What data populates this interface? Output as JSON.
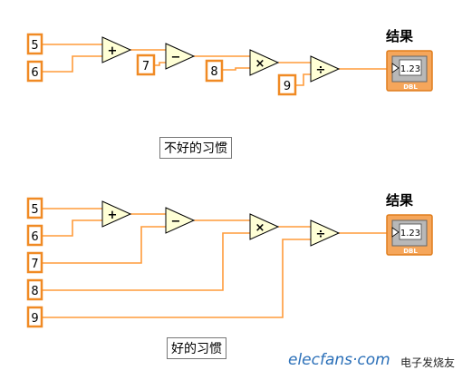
{
  "diagrams": [
    {
      "caption": "不好的习惯",
      "constants": [
        "5",
        "6",
        "7",
        "8",
        "9"
      ],
      "operators": [
        "+",
        "−",
        "×",
        "÷"
      ],
      "indicator": {
        "label": "结果",
        "value": "1.23",
        "type": "DBL"
      }
    },
    {
      "caption": "好的习惯",
      "constants": [
        "5",
        "6",
        "7",
        "8",
        "9"
      ],
      "operators": [
        "+",
        "−",
        "×",
        "÷"
      ],
      "indicator": {
        "label": "结果",
        "value": "1.23",
        "type": "DBL"
      }
    }
  ],
  "watermark": {
    "site": "elecfans·com",
    "chinese": "电子发烧友"
  },
  "colors": {
    "wire": "#ff9b3a",
    "node_fill": "#ffffd6",
    "constant_border": "#f08a24",
    "indicator_frame": "#f5a65b",
    "indicator_screen": "#b8b8b8"
  }
}
